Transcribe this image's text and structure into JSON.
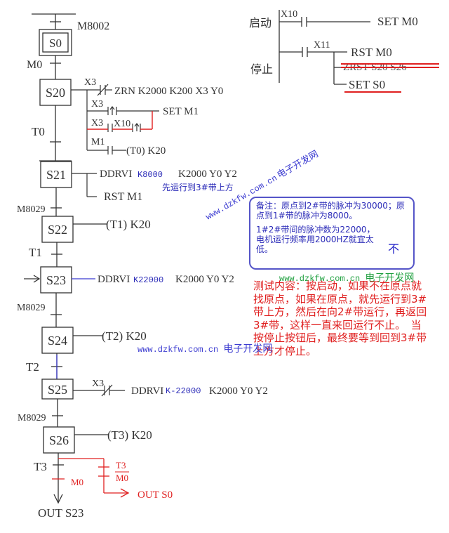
{
  "sfc": {
    "initial_transition": "M8002",
    "steps": {
      "s0": "S0",
      "s20": "S20",
      "s21": "S21",
      "s22": "S22",
      "s23": "S23",
      "s24": "S24",
      "s25": "S25",
      "s26": "S26"
    },
    "transitions": {
      "m0": "M0",
      "t0": "T0",
      "m8029_a": "M8029",
      "t1": "T1",
      "m8029_b": "M8029",
      "t2": "T2",
      "m8029_c": "M8029",
      "t3": "T3"
    },
    "s20_actions": {
      "x3_nc_label": "X3",
      "zrn": "ZRN K2000 K200 X3 Y0",
      "x3_rise_label": "X3",
      "set_m1": "SET M1",
      "x3_no_label": "X3",
      "x10_label": "X10",
      "m1_label": "M1",
      "t0_coil": "(T0) K20"
    },
    "s21_actions": {
      "ddrvi": "DDRVI",
      "k_value": "K8000",
      "rest": "K2000 Y0 Y2",
      "rst_m1": "RST M1",
      "note": "先运行到3#带上方"
    },
    "s22_actions": {
      "coil": "(T1) K20"
    },
    "s23_actions": {
      "entry_arrow": "→",
      "ddrvi": "DDRVI",
      "k_value": "K22000",
      "rest": "K2000 Y0 Y2"
    },
    "s24_actions": {
      "coil": "(T2) K20"
    },
    "s25_actions": {
      "x3_label": "X3",
      "ddrvi": "DDRVI",
      "k_value": "K-22000",
      "rest": "K2000 Y0 Y2"
    },
    "s26_actions": {
      "coil": "(T3) K20"
    },
    "branch": {
      "m0_contact": "M0",
      "t3_contact": "T3",
      "m0_bar_contact": "M0",
      "out_s0": "OUT S0",
      "out_s23": "OUT S23"
    }
  },
  "ladder": {
    "start_label": "启动",
    "stop_label": "停止",
    "x10": "X10",
    "set_m0": "SET M0",
    "x11": "X11",
    "rst_m0": "RST M0",
    "zrst_struck": "ZRST S20 S26",
    "set_s0": "SET S0"
  },
  "note_box": {
    "line1": "备注：原点到2#带的脉冲为30000；原点到1#带的脉冲为8000。",
    "line2": "1#2#带间的脉冲数为22000，电机运行频率用2000HZ就宜太低。",
    "inserted": "不"
  },
  "test_description": "测试内容：按启动，如果不在原点就找原点，如果在原点，就先运行到3#带上方，然后在向2#带运行，再返回3#带，这样一直来回运行不止。　当按停止按钮后，最终要等到回到3#带上方才停止。",
  "watermarks": {
    "diag_url": "www.dzkfw.com.cn",
    "diag_cn": "电子开发网",
    "mid_url": "www.dzkfw.com.cn",
    "mid_cn": "电子开发网",
    "low_url": "www.dzkfw.com.cn",
    "low_cn": "电子开发网"
  },
  "colors": {
    "line": "#333333",
    "red": "#e02020",
    "blue": "#2b2bb8",
    "watermark_green": "#20a040",
    "watermark_blue": "#3a3ad0"
  }
}
